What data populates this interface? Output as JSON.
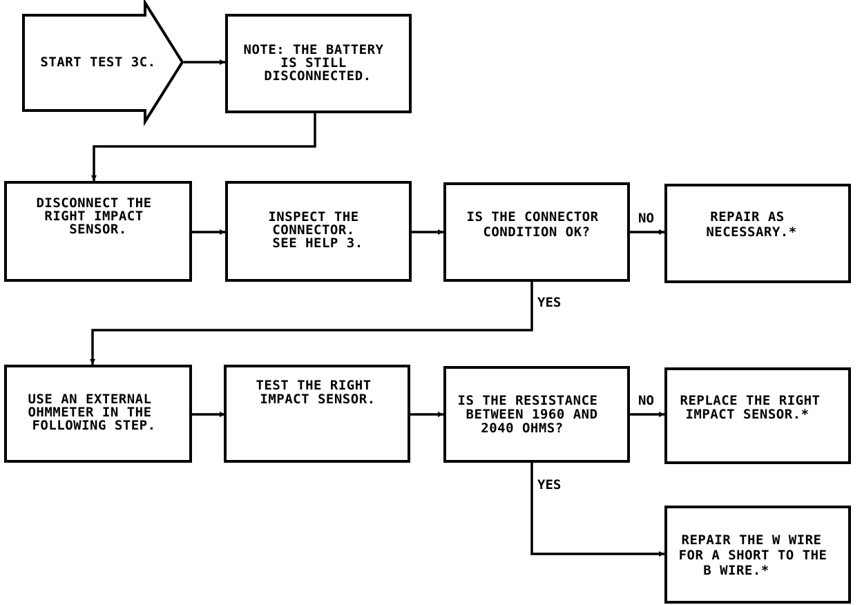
{
  "diagram": {
    "start": {
      "lines": [
        "START TEST 3C."
      ]
    },
    "note": {
      "lines": [
        "NOTE:  THE BATTERY",
        "IS STILL",
        "DISCONNECTED."
      ]
    },
    "disconnect_sensor": {
      "lines": [
        "DISCONNECT THE",
        "RIGHT IMPACT",
        "SENSOR."
      ]
    },
    "inspect_connector": {
      "lines": [
        "INSPECT THE",
        "CONNECTOR.",
        "SEE HELP 3."
      ]
    },
    "connector_ok_question": {
      "lines": [
        "IS THE CONNECTOR",
        "CONDITION OK?"
      ]
    },
    "repair_as_necessary": {
      "lines": [
        "REPAIR AS",
        "NECESSARY.*"
      ]
    },
    "use_ohmmeter": {
      "lines": [
        "USE AN EXTERNAL",
        "OHMMETER IN THE",
        "FOLLOWING STEP."
      ]
    },
    "test_sensor": {
      "lines": [
        "TEST THE RIGHT",
        "IMPACT SENSOR."
      ]
    },
    "resistance_question": {
      "lines": [
        "IS THE RESISTANCE",
        "BETWEEN 1960 AND",
        "2040 OHMS?"
      ]
    },
    "replace_sensor": {
      "lines": [
        "REPLACE THE RIGHT",
        "IMPACT SENSOR.*"
      ]
    },
    "repair_w_wire": {
      "lines": [
        "REPAIR THE W WIRE",
        "FOR A SHORT TO THE",
        "B WIRE.*"
      ]
    }
  },
  "labels": {
    "no_1": "NO",
    "yes_1": "YES",
    "no_2": "NO",
    "yes_2": "YES"
  }
}
